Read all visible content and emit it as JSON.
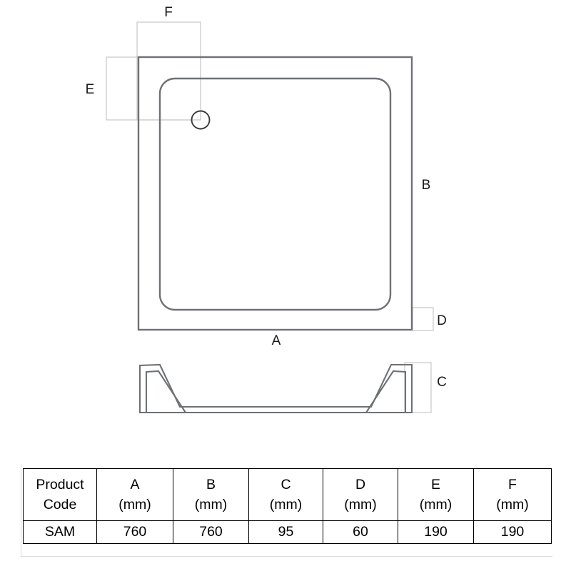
{
  "drawing": {
    "title": "Square shower tray technical drawing",
    "plan_view": {
      "name": "plan-view",
      "dimension_callouts": [
        {
          "key": "A",
          "label": "A",
          "description": "overall width"
        },
        {
          "key": "B",
          "label": "B",
          "description": "overall depth"
        },
        {
          "key": "D",
          "label": "D",
          "description": "rim / edge depth"
        },
        {
          "key": "E",
          "label": "E",
          "description": "waste offset from side"
        },
        {
          "key": "F",
          "label": "F",
          "description": "waste offset from back"
        }
      ],
      "features": [
        {
          "name": "waste-outlet",
          "shape": "circle"
        }
      ]
    },
    "section_view": {
      "name": "section-view",
      "dimension_callouts": [
        {
          "key": "C",
          "label": "C",
          "description": "overall height"
        }
      ]
    },
    "labels": {
      "A": "A",
      "B": "B",
      "C": "C",
      "D": "D",
      "E": "E",
      "F": "F"
    },
    "colors": {
      "outline": "#6e7175",
      "dimension_line": "#c8c8c8",
      "table_border": "#000000",
      "text": "#1a1a1a",
      "background": "#ffffff"
    }
  },
  "spec_table": {
    "name": "product-specification-table",
    "columns": [
      {
        "id": "product_code",
        "title": "Product",
        "unit": "Code"
      },
      {
        "id": "A",
        "title": "A",
        "unit": "(mm)"
      },
      {
        "id": "B",
        "title": "B",
        "unit": "(mm)"
      },
      {
        "id": "C",
        "title": "C",
        "unit": "(mm)"
      },
      {
        "id": "D",
        "title": "D",
        "unit": "(mm)"
      },
      {
        "id": "E",
        "title": "E",
        "unit": "(mm)"
      },
      {
        "id": "F",
        "title": "F",
        "unit": "(mm)"
      }
    ],
    "rows": [
      {
        "product_code": "SAM",
        "A": "760",
        "B": "760",
        "C": "95",
        "D": "60",
        "E": "190",
        "F": "190"
      }
    ]
  }
}
